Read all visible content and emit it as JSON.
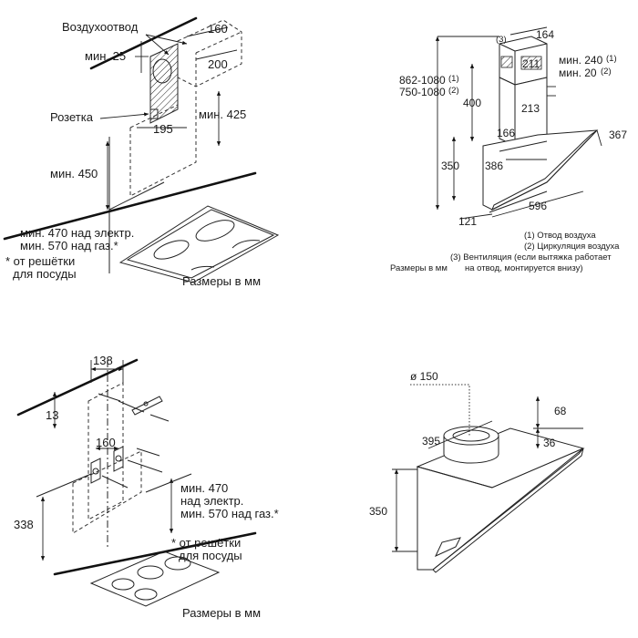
{
  "panel_top_left": {
    "air_outlet": "Воздухоотвод",
    "min25": "мин. 25",
    "d160": "160",
    "d200": "200",
    "socket": "Розетка",
    "d195": "195",
    "min425": "мин. 425",
    "min450": "мин. 450",
    "min470": "мин. 470 над электр.",
    "min570": "мин. 570 над газ.*",
    "note_line1": "* от решётки",
    "note_line2": "для посуды",
    "units": "Размеры в мм"
  },
  "panel_top_right": {
    "n3": "(3)",
    "d164": "164",
    "d211": "211",
    "min240": "мин. 240",
    "sup1": "(1)",
    "min20": "мин. 20",
    "sup2": "(2)",
    "range1": "862-1080",
    "range1_sup": "(1)",
    "range2": "750-1080",
    "range2_sup": "(2)",
    "d400": "400",
    "d213": "213",
    "d166": "166",
    "d367": "367",
    "d350": "350",
    "d386": "386",
    "d596": "596",
    "d121": "121",
    "legend1": "(1) Отвод воздуха",
    "legend2": "(2) Циркуляция воздуха",
    "legend3a": "(3) Вентиляция (если вытяжка работает",
    "legend3b": "на отвод, монтируется внизу)",
    "units": "Размеры в мм"
  },
  "panel_bottom_left": {
    "d138": "138",
    "d13": "13",
    "d160": "160",
    "d338": "338",
    "min470a": "мин. 470",
    "min470b": "над электр.",
    "min570": "мин. 570 над газ.*",
    "note_line1": "* от решётки",
    "note_line2": "для посуды",
    "units": "Размеры в мм"
  },
  "panel_bottom_right": {
    "d150": "ø 150",
    "d68": "68",
    "d395": "395",
    "d36": "36",
    "d350": "350"
  }
}
